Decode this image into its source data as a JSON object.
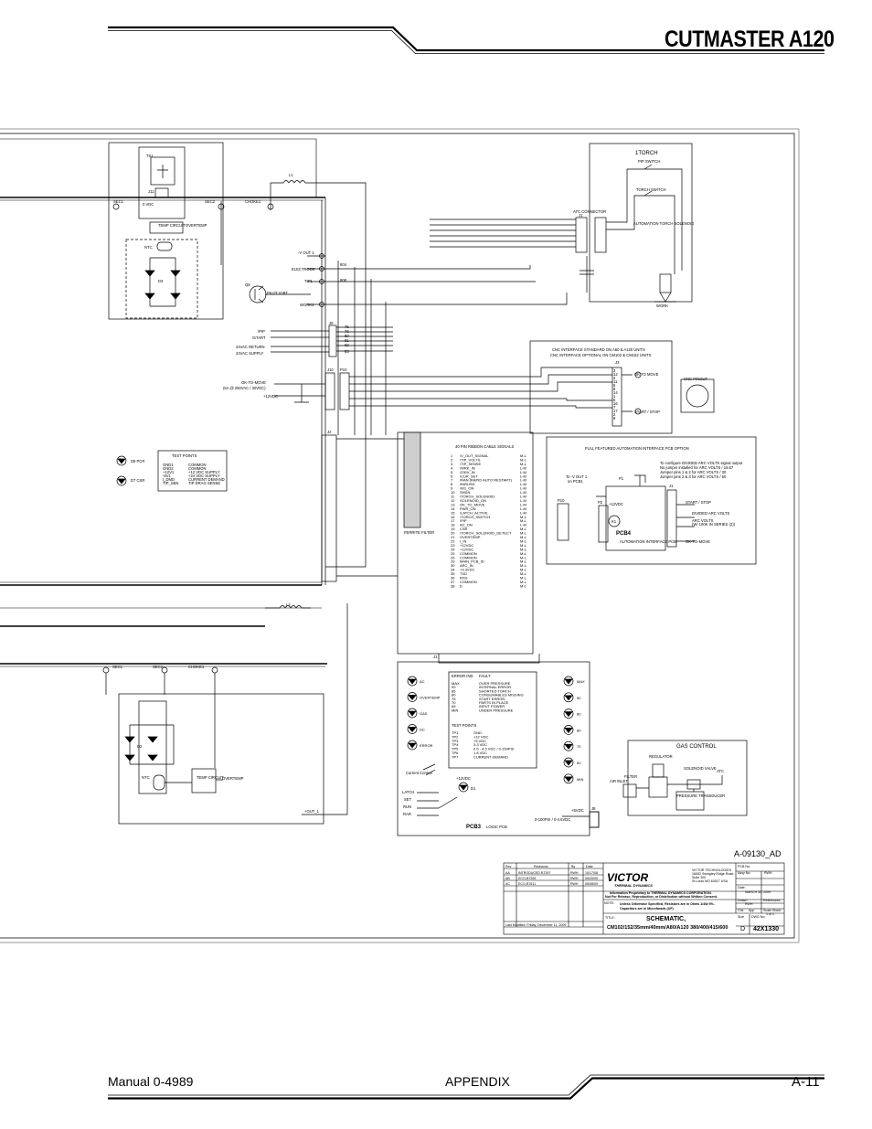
{
  "header": {
    "title": "CUTMASTER A120"
  },
  "footer": {
    "manual": "Manual 0-4989",
    "section": "APPENDIX",
    "page": "A-11"
  },
  "drawing_number": "A-09130_AD",
  "schematic": {
    "upper_section": {
      "ts1": "TS1",
      "j11": "J11",
      "ts_value": "0.VDC",
      "temp_circuit": "TEMP CIRCUIT",
      "overtemp": "OVERTEMP",
      "ntc": "NTC",
      "d3": "D3",
      "sec1": "SEC1",
      "sec2": "SEC2",
      "choke1": "CHOKE1",
      "l1": "L1",
      "v_out_1": "-V OUT 1",
      "electrode": "ELECTRODE",
      "tip1": "TIP1",
      "work1": "WORK1",
      "q8": "Q8",
      "pilot_igbt": "PILOT IGBT",
      "wire_1": "804",
      "wire_2": "808"
    },
    "j9": {
      "label": "J9",
      "signals": [
        "/PIP",
        "/START",
        "24VAC RETURN",
        "24VAC SUPPLY"
      ],
      "wires": [
        "75",
        "76",
        "80",
        "81",
        "82",
        "83"
      ]
    },
    "j10": {
      "label": "J10",
      "p10": "P10",
      "ok_to_move": "OK-TO-MOVE",
      "ok_to_move_note": "(5A @ 250VAC / 30VDC)",
      "vdc": "+12VDC"
    },
    "j2": "J2",
    "leds": {
      "d8": "D8 PCR",
      "d7": "D7 CSR"
    },
    "test_points_upper": {
      "title": "TEST POINTS",
      "rows": [
        [
          "GND1",
          "COMMON"
        ],
        [
          "GND2",
          "COMMON"
        ],
        [
          "+12V1",
          "+12 VDC SUPPLY"
        ],
        [
          "-8V1",
          "+24 VDC SUPPLY"
        ],
        [
          "I_DMD",
          "CURRENT DEMAND"
        ],
        [
          "TIP_SEN",
          "TIP DRAG SENSE"
        ]
      ]
    },
    "torch": {
      "title": "1TORCH",
      "pip_switch": "PIP SWITCH",
      "torch_switch": "TORCH SWITCH",
      "atc_connector": "ATC CONNECTOR",
      "j1": "J1",
      "automation": "AUTOMATION TORCH SOLENOID",
      "work": "WORK"
    },
    "cnc": {
      "title": "CNC INTERFACE STANDARD ON A60 & A120 UNITS",
      "subtitle": "CNC INTERFACE OPTIONAL ON CM102 & CM152 UNITS",
      "j3": "J3",
      "ok_to_move": "OK TO MOVE",
      "start_stop": "START / STOP",
      "pinout": "CNC PINOUT",
      "pins": [
        "3",
        "12",
        "4",
        "11",
        "5",
        "8",
        "14",
        "1",
        "6",
        "16",
        "7",
        "17",
        "2",
        "9"
      ]
    },
    "ribbon": {
      "title": "40 PIN RIBBON CABLE SIGNALS",
      "ferrite": "FERRITE FILTER",
      "signals": [
        [
          "1",
          "/V_OUT_SIGNAL",
          "M-L"
        ],
        [
          "2",
          "/TIP_VOLTS",
          "M-L"
        ],
        [
          "3",
          "/TIP_SENSE",
          "M-L"
        ],
        [
          "4",
          "/WRK_IN",
          "L-M"
        ],
        [
          "5",
          "/230V_IN",
          "L-M"
        ],
        [
          "6",
          "/CUR_SET",
          "L-M"
        ],
        [
          "7",
          "/RAN (RAPID AUTO RESTART)",
          "L-M"
        ],
        [
          "8",
          "/INRUSH",
          "L-M"
        ],
        [
          "9",
          "/W1_ON",
          "L-M"
        ],
        [
          "10",
          "SHDN",
          "L-M"
        ],
        [
          "11",
          "/TORCH_SOLENOID",
          "L-M"
        ],
        [
          "12",
          "SOLENOID_ON",
          "L-M"
        ],
        [
          "13",
          "OK_TO_MOVE",
          "L-M"
        ],
        [
          "14",
          "PWR_ON",
          "L-M"
        ],
        [
          "15",
          "/LATCH_ACTIVE",
          "L-M"
        ],
        [
          "16",
          "/TORCH_SWITCH",
          "M-L"
        ],
        [
          "17",
          "/PIP",
          "M-L"
        ],
        [
          "18",
          "AC_ON",
          "L-M"
        ],
        [
          "19",
          "CSR",
          "M-L"
        ],
        [
          "20",
          "/TORCH_SOLENOID_DETECT",
          "M-L"
        ],
        [
          "21",
          "OVERTEMP",
          "M-L"
        ],
        [
          "22",
          "I_IN",
          "M-L"
        ],
        [
          "23",
          "+12VDC",
          "M-L"
        ],
        [
          "24",
          "+12VDC",
          "M-L"
        ],
        [
          "25",
          "COMMON",
          "M-L"
        ],
        [
          "26",
          "COMMON",
          "M-L"
        ],
        [
          "29",
          "MAIN_PCB_ID",
          "M-L"
        ],
        [
          "30",
          "ARC_IN",
          "M-L"
        ],
        [
          "34",
          "+3.3VDC",
          "M-L"
        ],
        [
          "35",
          "TXD",
          "M-L"
        ],
        [
          "36",
          "RXD",
          "M-L"
        ],
        [
          "37",
          "COMMON",
          "M-L"
        ],
        [
          "38",
          "D",
          "M-L"
        ]
      ]
    },
    "pcb4": {
      "title": "FULL FEATURED AUTOMATION INTERFACE PCB OPTION",
      "note": [
        "To configure DIVIDED ARC VOLTS signal output",
        "No jumper installed for ARC VOLTS / 16.67",
        "Jumper pins 1 & 2 for ARC VOLTS / 30",
        "Jumper pins 2 & 3 for ARC VOLTS / 50"
      ],
      "to_out": "To -V OUT 1",
      "on_pcb1": "on PCB1",
      "p1": "P1",
      "p2": "P2",
      "p10": "P10",
      "k1": "K1",
      "j1": "J1",
      "vdc": "+12VDC",
      "name": "PCB4",
      "sub": "AUTOMATION INTERFACE PCB",
      "start_stop": "START / STOP",
      "divided": "DIVIDED ARC VOLTS",
      "arc_volts": "ARC VOLTS",
      "arc_volts_note": "(W/ 100K IN SERIES (2))",
      "ok_to_move": "OK-TO-MOVE"
    },
    "lower_section": {
      "sec1": "SEC1",
      "sec2": "SEC2",
      "choke1": "CHOKE1",
      "l2": "L2",
      "d2": "D2",
      "ntc": "NTC",
      "temp_circuit": "TEMP CIRCUIT",
      "overtemp": "OVERTEMP",
      "out": "+OUT_1"
    },
    "pcb3": {
      "j1": "J1",
      "name": "PCB3",
      "sub": "LOGIC PCB",
      "leds_left": [
        "AC",
        "OVERTEMP",
        "GAS",
        "DC",
        "ERROR"
      ],
      "leds_right": [
        "MAX",
        "90",
        "80",
        "80",
        "70",
        "60",
        "MIN"
      ],
      "error_header": [
        "ERROR IND",
        "FAULT"
      ],
      "errors": [
        [
          "MAX",
          "OVER PRESSURE"
        ],
        [
          "90",
          "INTERNAL ERROR"
        ],
        [
          "85",
          "SHORTED TORCH"
        ],
        [
          "80",
          "CONSUMABLES MISSING"
        ],
        [
          "75",
          "START ERROR"
        ],
        [
          "70",
          "PARTS IN PLACE"
        ],
        [
          "65",
          "INPUT POWER"
        ],
        [
          "MIN",
          "UNDER PRESSURE"
        ]
      ],
      "tp_title": "TEST POINTS",
      "tps": [
        [
          "TP1",
          "GND"
        ],
        [
          "TP2",
          "+12 VDC"
        ],
        [
          "TP3",
          "+5 VDC"
        ],
        [
          "TP4",
          "3.3 VDC"
        ],
        [
          "TP5",
          "0.5 - 4.5 VDC / 0-150PSI"
        ],
        [
          "TP6",
          "1.8 VDC"
        ],
        [
          "TP7",
          "CURRENT DEMAND"
        ]
      ],
      "current_control": "Current Control",
      "vdc": "+12VDC",
      "d1": "D1",
      "modes": [
        "LATCH",
        "SET",
        "RUN",
        "RAR"
      ],
      "vdc2": "+5VDC",
      "j8": "J8",
      "pressure_note": "0-100PSI / 0-4.5VDC"
    },
    "gas": {
      "title": "GAS CONTROL",
      "regulator": "REGULATOR",
      "solenoid": "SOLENOID VALVE",
      "atc": "ATC",
      "filter": "FILTER",
      "air_inlet": "AIR INLET",
      "pressure": "PRESSURE TRANSDUCER"
    },
    "title_block": {
      "rev": "Rev",
      "revisions": "Revisions",
      "by": "By",
      "date": "Date",
      "rows": [
        [
          "AA",
          "INTRODUCED B7397",
          "RWH",
          "10/17/08"
        ],
        [
          "AB",
          "ECO-B7399",
          "RWH",
          "05/20/09"
        ],
        [
          "AC",
          "ECO-B7611",
          "RWH",
          "05/08/09"
        ]
      ],
      "company": "VICTOR",
      "company_sub": "THERMAL DYNAMICS",
      "address": [
        "VICTOR TECHNOLOGIES",
        "16052 Swingley Ridge Road",
        "Suite 300",
        "St Louis MO 63017 USA"
      ],
      "proprietary": [
        "Information Proprietary to THERMAL DYNAMICS CORPORATION.",
        "Not For Release, Reproduction, or Distribution without Written Consent."
      ],
      "note_label": "NOTE:",
      "note": [
        "Unless Otherwise Specified, Resistors are in Ohms 1/4W 5%.",
        "Capacitors are in Microfarads (UF)"
      ],
      "pcb_no": "PCB No:",
      "assy_no": "Assy No:",
      "size": "Size",
      "dwg_no": "DWG No:",
      "date_label": "Date:",
      "date_value": "MARCH 30, 2009",
      "drawn": "Drawn:",
      "drawn_value": "RWH",
      "references": "References",
      "scale": "Scale",
      "sheet": "Sheet",
      "sheet_value": "1 of 1",
      "chk": "Chk",
      "app": "App",
      "title_label": "TITLE:",
      "title_main": "SCHEMATIC,",
      "title_line2": "CM102/152/35mm/40mm/A80/A120 380/400/415/600",
      "size_value": "D",
      "dwg_value": "42X1330",
      "last_modified": "Last Modified: Friday, December 11, 2009",
      "drawn_value2": "RWH"
    }
  }
}
